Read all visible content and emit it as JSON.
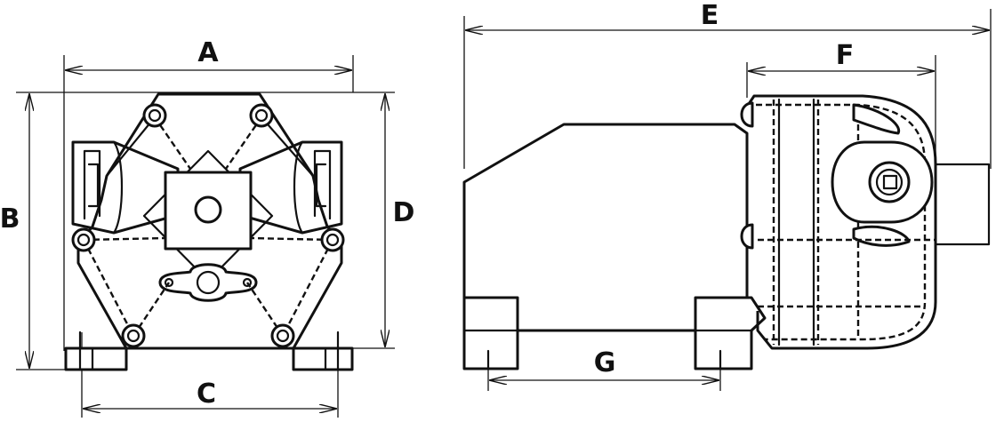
{
  "labels": {
    "A": "A",
    "B": "B",
    "C": "C",
    "D": "D",
    "E": "E",
    "F": "F",
    "G": "G"
  },
  "colors": {
    "line": "#111111",
    "background": "#ffffff"
  }
}
